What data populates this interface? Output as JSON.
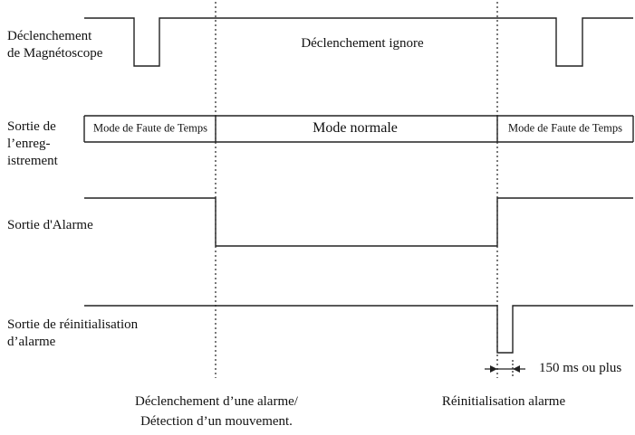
{
  "rows": [
    {
      "id": "vcr-trigger",
      "label_lines": [
        "Déclenchement",
        "de Magnétoscope"
      ],
      "annotation": "Déclenchement ignore"
    },
    {
      "id": "record-output",
      "label_lines": [
        "Sortie de",
        "l’enreg-",
        "istrement"
      ],
      "segments": [
        "Mode de Faute de Temps",
        "Mode normale",
        "Mode de Faute de Temps"
      ]
    },
    {
      "id": "alarm-output",
      "label_lines": [
        "Sortie d'Alarme"
      ]
    },
    {
      "id": "alarm-reset-output",
      "label_lines": [
        "Sortie de réinitialisation",
        "d’alarme"
      ],
      "pulse_duration_label": "150 ms ou plus"
    }
  ],
  "events": {
    "alarm_trigger_lines": [
      "Déclenchement d’une alarme/",
      "Détection d’un mouvement."
    ],
    "alarm_reset_line": "Réinitialisation alarme"
  }
}
